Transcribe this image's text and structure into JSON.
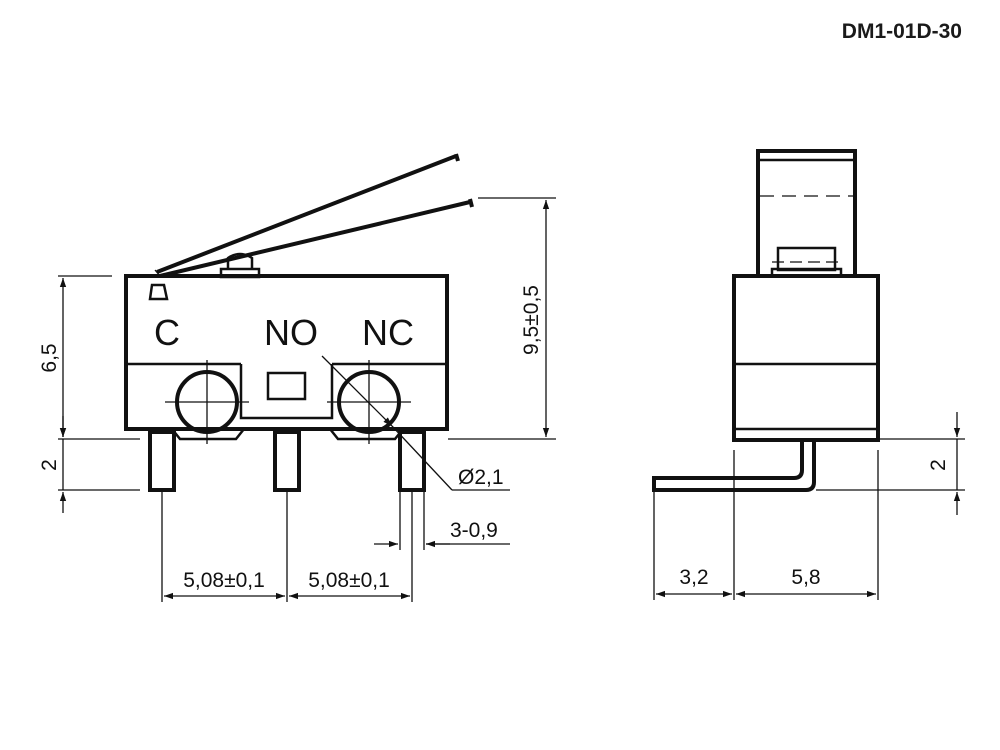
{
  "title": "DM1-01D-30",
  "terminals": {
    "c": "C",
    "no": "NO",
    "nc": "NC"
  },
  "dimensions": {
    "height_body": "6,5",
    "height_total": "9,5±0,5",
    "pin_length_left": "2",
    "pin_length_right": "2",
    "hole_diameter": "Ø2,1",
    "pin_width": "3-0,9",
    "pitch_1": "5,08±0,1",
    "pitch_2": "5,08±0,1",
    "bend_offset": "3,2",
    "body_width": "5,8"
  }
}
